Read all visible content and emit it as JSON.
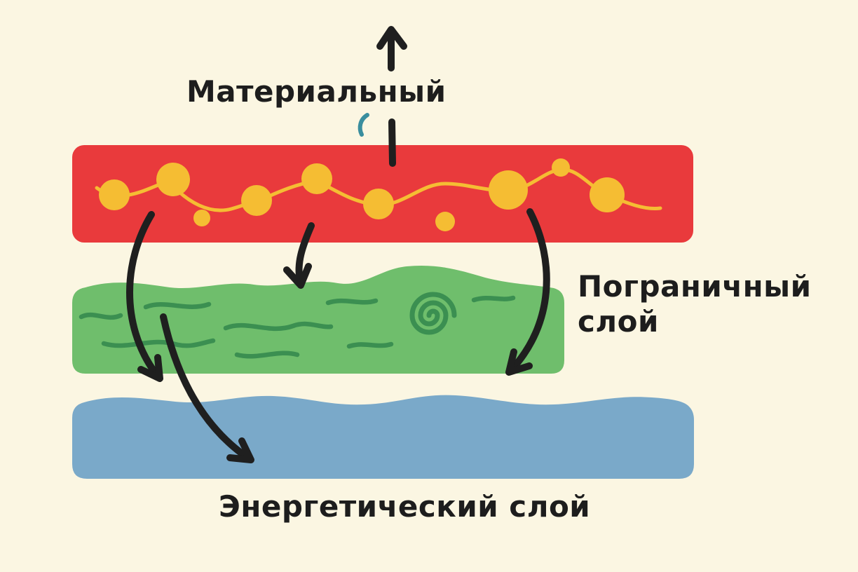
{
  "labels": {
    "material_layer": "Материальный",
    "boundary_layer_line1": "Пограничный",
    "boundary_layer_line2": "слой",
    "energy_layer": "Энергетический слой"
  },
  "colors": {
    "background": "#fbf6e2",
    "material_layer": "#e93a3c",
    "particles": "#f5bd33",
    "boundary_layer": "#6fbe6c",
    "boundary_squiggles": "#3b8f51",
    "energy_layer": "#7aa9c9",
    "ink": "#1f1f1f",
    "teal_accent": "#3a8e9e"
  },
  "diagram": {
    "type": "layered-flow-diagram",
    "layers": [
      {
        "label": "Материальный",
        "color": "#e93a3c",
        "label_position": "top",
        "contents": "yellow particles connected by a wavy thread"
      },
      {
        "label": "Пограничный слой",
        "color": "#6fbe6c",
        "label_position": "right",
        "contents": "dark-green squiggles and a spiral (turbulence)"
      },
      {
        "label": "Энергетический слой",
        "color": "#7aa9c9",
        "label_position": "bottom",
        "contents": "wavy top edge (water-like)"
      }
    ],
    "arrows": [
      {
        "from": "material_layer",
        "direction": "up",
        "position": "top-center"
      },
      {
        "from": "material_layer",
        "to": "boundary_layer",
        "direction": "down",
        "position": "left"
      },
      {
        "from": "material_layer",
        "to": "energy_layer",
        "direction": "down",
        "position": "left-crossing"
      },
      {
        "from": "material_layer",
        "to": "boundary_layer",
        "direction": "down",
        "position": "center"
      },
      {
        "from": "material_layer",
        "to": "boundary_layer",
        "direction": "down",
        "position": "right"
      }
    ]
  }
}
